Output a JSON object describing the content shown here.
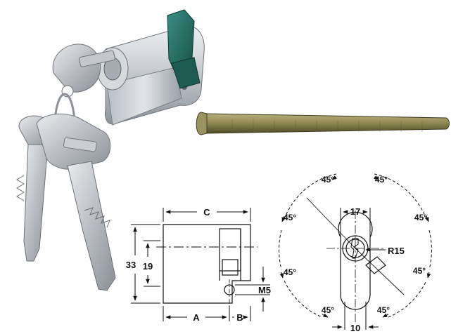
{
  "photos": {
    "cylinder_keys": "half-cylinder-with-keys-photo",
    "screw": "fixing-screw-photo"
  },
  "side_view": {
    "dim_c": "C",
    "dim_a": "A",
    "dim_b": "B",
    "dim_33": "33",
    "dim_19": "19",
    "dim_m5": "M5"
  },
  "front_view": {
    "dim_17": "17",
    "dim_r15": "R15",
    "dim_10": "10",
    "angle_top_left": "45°",
    "angle_top_right": "45°",
    "angle_upper_left": "45°",
    "angle_upper_right": "45°",
    "angle_lower_left": "45°",
    "angle_lower_right": "45°",
    "angle_bottom_left": "45°",
    "angle_bottom_right": "45°"
  },
  "colors": {
    "line": "#111111",
    "cylinder_metal": "#c9ccd0",
    "knob_green": "#1f6e63",
    "screw_brass": "#8c8650"
  }
}
